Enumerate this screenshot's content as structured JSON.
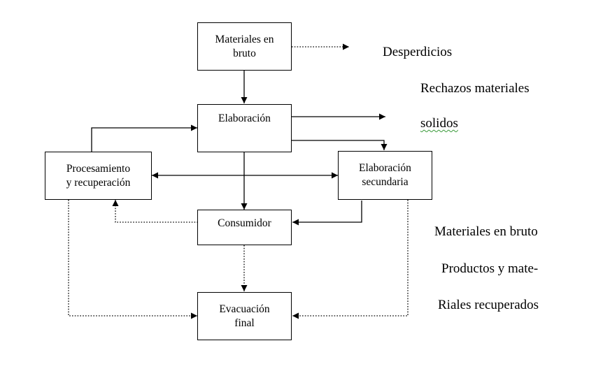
{
  "boxes": {
    "raw_materials": "Materiales en\nbruto",
    "elaboration": "Elaboración",
    "processing_recovery": "Procesamiento\ny recuperación",
    "secondary_elaboration": "Elaboración\nsecundaria",
    "consumer": "Consumidor",
    "final_disposal": "Evacuación\nfinal"
  },
  "legend": {
    "waste": "Desperdicios",
    "material_rejects": "Rechazos materiales",
    "solids": "solidos",
    "raw_materials": "Materiales en bruto",
    "recovered_products_line1": "Productos y mate-",
    "recovered_products_line2": "Riales recuperados"
  },
  "colors": {
    "stroke": "#000000",
    "spellcheck_underline": "#3a9a3a"
  }
}
